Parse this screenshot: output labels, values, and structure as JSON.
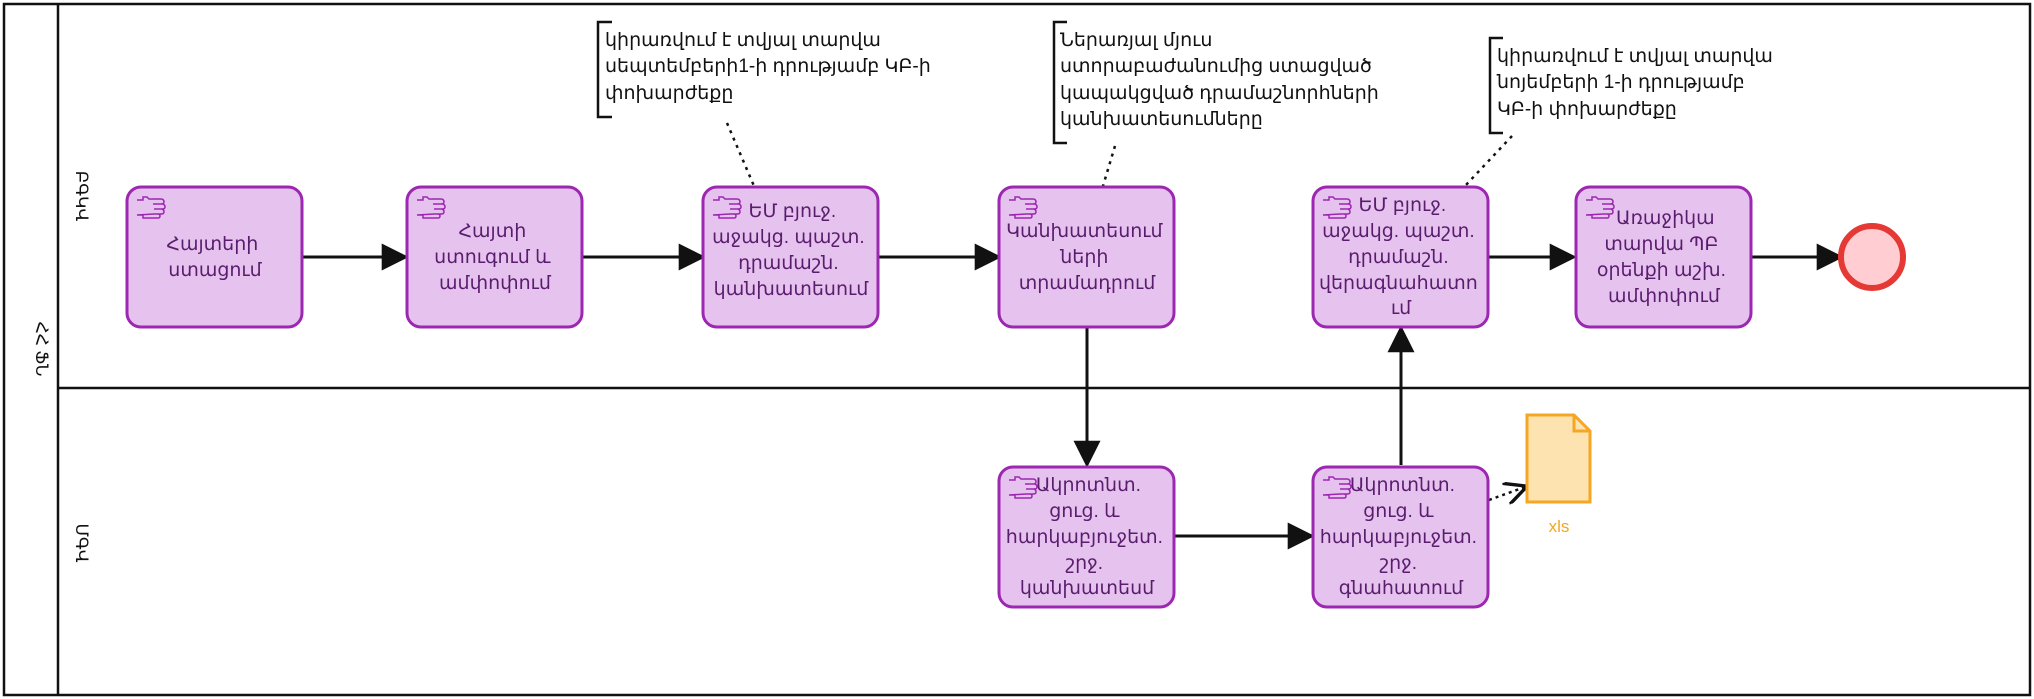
{
  "pool": {
    "name": "ՀՀ ՖՆ"
  },
  "lanes": [
    {
      "name": "ԲԳԿՎ"
    },
    {
      "name": "ՄԳՎ"
    }
  ],
  "tasks": [
    {
      "id": "t1",
      "lines": [
        "Հայտերի",
        "ստացում"
      ]
    },
    {
      "id": "t2",
      "lines": [
        "Հայտի",
        "ստուգում և",
        "ամփոփում"
      ]
    },
    {
      "id": "t3",
      "lines": [
        "ԵՄ բյուջ.",
        "աջակց. պաշտ.",
        "դրամաշն.",
        "կանխատեսում"
      ]
    },
    {
      "id": "t4",
      "lines": [
        "Կանխատեսում",
        "ների",
        "տրամադրում"
      ]
    },
    {
      "id": "t5",
      "lines": [
        "ԵՄ բյուջ.",
        "աջակց. պաշտ.",
        "դրամաշն.",
        "վերագնահատո",
        "ւմ"
      ]
    },
    {
      "id": "t6",
      "lines": [
        "Առաջիկա",
        "տարվա ՊԲ",
        "օրենքի աշխ.",
        "ամփոփում"
      ]
    },
    {
      "id": "t7",
      "lines": [
        "Ակրոտնտ.",
        "ցուց. և",
        "հարկաբյուջետ.",
        "շրջ.",
        "կանխատեսմ"
      ]
    },
    {
      "id": "t8",
      "lines": [
        "Ակրոտնտ.",
        "ցուց. և",
        "հարկաբյուջետ.",
        "շրջ.",
        "գնահատում"
      ]
    }
  ],
  "annotations": [
    {
      "id": "a1",
      "lines": [
        "կիրառվում է տվյալ տարվա",
        "սեպտեմբերի1-ի դրությամբ ԿԲ-ի",
        "փոխարժեքը"
      ]
    },
    {
      "id": "a2",
      "lines": [
        "Ներառյալ մյուս",
        "ստորաբաժանումից ստացված",
        "կապակցված դրամաշնորհների",
        "կանխատեսումները"
      ]
    },
    {
      "id": "a3",
      "lines": [
        "կիրառվում է տվյալ տարվա",
        "նոյեմբերի 1-ի դրությամբ",
        "ԿԲ-ի փոխարժեքը"
      ]
    }
  ],
  "data_object": {
    "label": "xls",
    "icon": "file-icon"
  },
  "end_event": {
    "icon": "end-event-icon"
  },
  "colors": {
    "task_fill": "#e6c3ee",
    "task_stroke": "#9c27b0",
    "task_text": "#5a1d6e",
    "end_fill": "#ffcdd2",
    "end_stroke": "#e53935",
    "file_fill": "#fde3b0",
    "file_stroke": "#f5a623",
    "line": "#111111"
  }
}
